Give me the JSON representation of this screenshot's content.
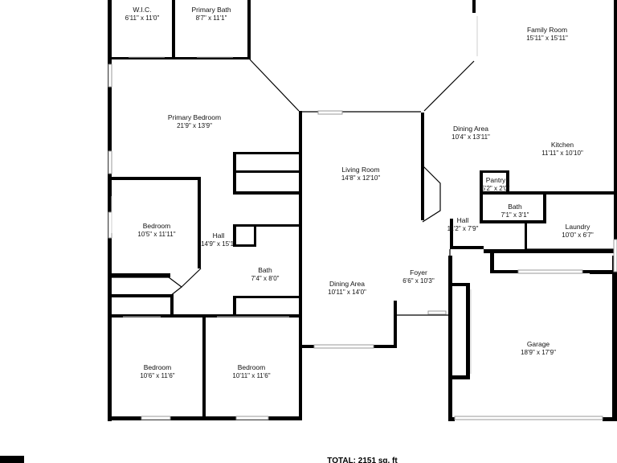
{
  "floor_plan": {
    "total_label": "TOTAL: 2151 sq. ft",
    "rooms": [
      {
        "id": "wic",
        "name": "W.I.C.",
        "size": "6'11\" x 11'0\""
      },
      {
        "id": "primary-bath",
        "name": "Primary Bath",
        "size": "8'7\" x 11'1\""
      },
      {
        "id": "family-room",
        "name": "Family Room",
        "size": "15'11\" x 15'11\""
      },
      {
        "id": "primary-bedroom",
        "name": "Primary Bedroom",
        "size": "21'9\" x 13'9\""
      },
      {
        "id": "dining-area-kitchen",
        "name": "Dining Area",
        "size": "10'4\" x 13'11\""
      },
      {
        "id": "kitchen",
        "name": "Kitchen",
        "size": "11'11\" x 10'10\""
      },
      {
        "id": "living-room",
        "name": "Living Room",
        "size": "14'8\" x 12'10\""
      },
      {
        "id": "pantry",
        "name": "Pantry",
        "size": "5'2\" x 2'0\""
      },
      {
        "id": "bath-laundry",
        "name": "Bath",
        "size": "7'1\" x 3'1\""
      },
      {
        "id": "bedroom-1",
        "name": "Bedroom",
        "size": "10'5\" x 11'11\""
      },
      {
        "id": "hall-left",
        "name": "Hall",
        "size": "14'9\" x 15'1\""
      },
      {
        "id": "hall-right",
        "name": "Hall",
        "size": "11'2\" x 7'9\""
      },
      {
        "id": "laundry",
        "name": "Laundry",
        "size": "10'0\" x 6'7\""
      },
      {
        "id": "bath-center",
        "name": "Bath",
        "size": "7'4\" x 8'0\""
      },
      {
        "id": "foyer",
        "name": "Foyer",
        "size": "6'6\" x 10'3\""
      },
      {
        "id": "dining-area",
        "name": "Dining Area",
        "size": "10'11\" x 14'0\""
      },
      {
        "id": "bedroom-2",
        "name": "Bedroom",
        "size": "10'6\" x 11'6\""
      },
      {
        "id": "bedroom-3",
        "name": "Bedroom",
        "size": "10'11\" x 11'6\""
      },
      {
        "id": "garage",
        "name": "Garage",
        "size": "18'9\" x 17'9\""
      }
    ]
  }
}
